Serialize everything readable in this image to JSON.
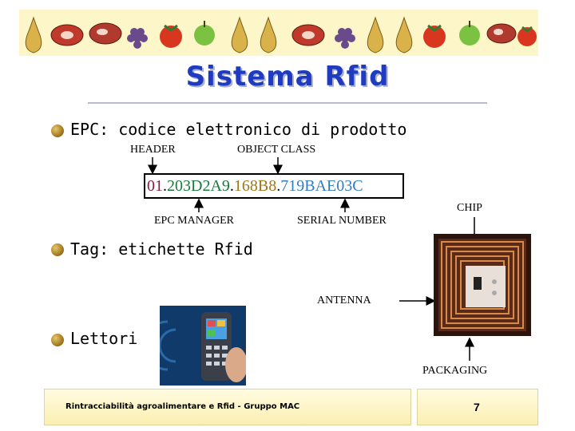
{
  "title": "Sistema Rfid",
  "bullets": [
    {
      "text": "EPC: codice elettronico di prodotto"
    },
    {
      "text": "Tag: etichette Rfid"
    },
    {
      "text": "Lettori"
    }
  ],
  "epc": {
    "header_label": "HEADER",
    "object_class_label": "OBJECT CLASS",
    "manager_label": "EPC MANAGER",
    "serial_label": "SERIAL NUMBER",
    "code_parts": [
      "01",
      ".",
      "203D2A9",
      ".",
      "168B8",
      ".",
      "719BAE03C"
    ],
    "colors": {
      "header": "#8b1a3c",
      "dot": "#000000",
      "manager": "#1a7a3a",
      "object": "#a0761a",
      "serial": "#2f7cbf"
    }
  },
  "tag": {
    "chip_label": "CHIP",
    "antenna_label": "ANTENNA",
    "packaging_label": "PACKAGING"
  },
  "footer": {
    "text": "Rintracciabilità agroalimentare e Rfid - Gruppo MAC",
    "page": "7"
  },
  "colors": {
    "title": "#1f3bbf",
    "banner": "#fdf6c9"
  }
}
